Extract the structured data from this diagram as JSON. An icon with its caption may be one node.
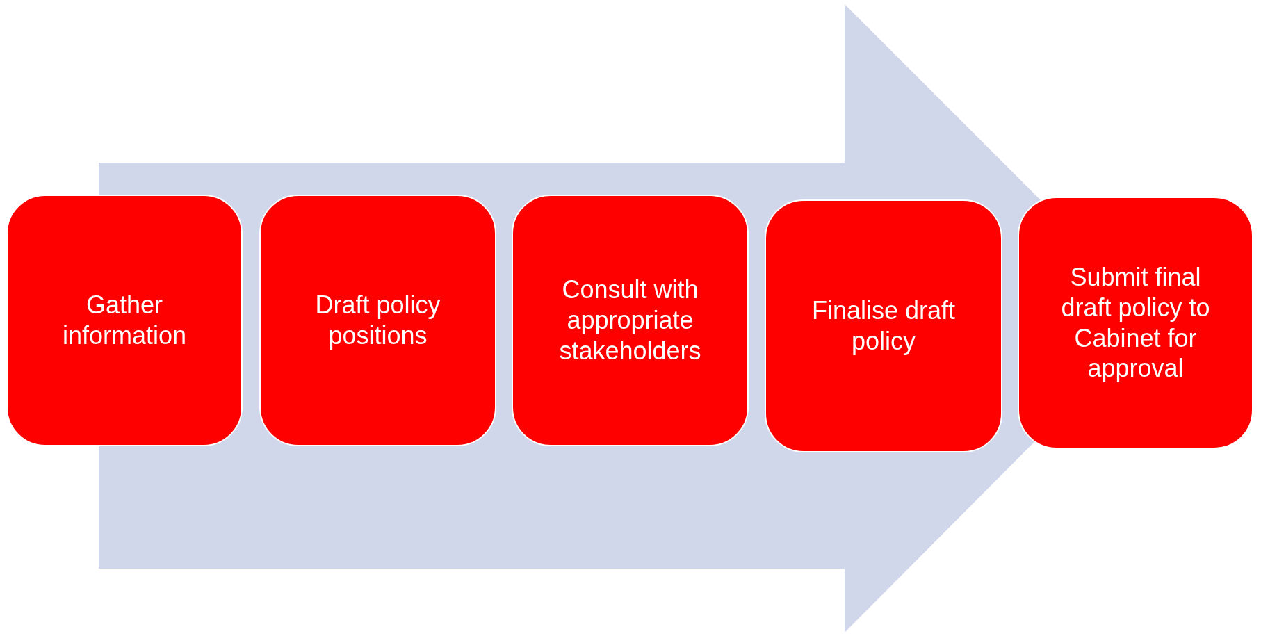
{
  "diagram": {
    "nodes": [
      {
        "text": [
          "Gather information"
        ]
      },
      {
        "text": [
          "Draft policy positions"
        ]
      },
      {
        "text": [
          "Consult with appropriate stakeholders"
        ]
      },
      {
        "text": [
          "Finalise draft policy"
        ]
      },
      {
        "text": [
          "Submit final draft policy to Cabinet for approval"
        ]
      }
    ],
    "edges": [
      {
        "from": 0,
        "to": 4,
        "arrow": "to",
        "style": "thick"
      }
    ]
  }
}
